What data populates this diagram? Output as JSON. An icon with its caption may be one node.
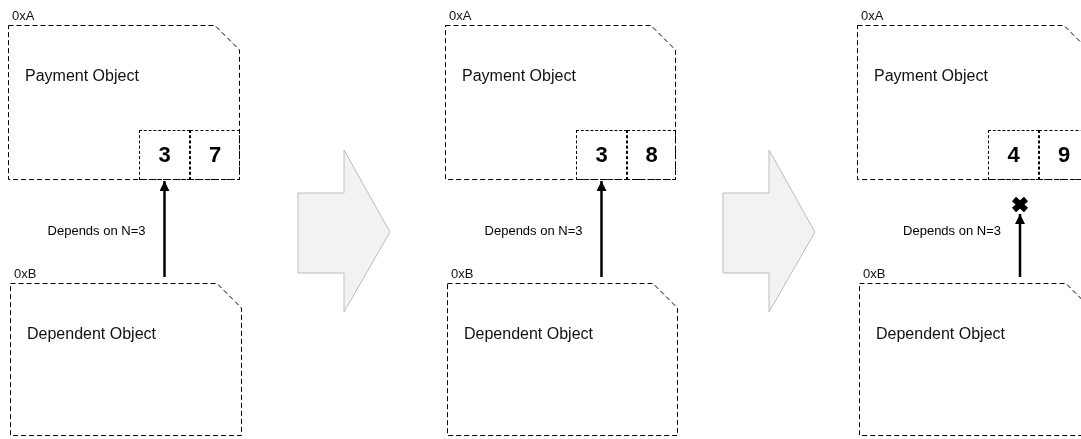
{
  "diagram": {
    "nodes": [
      {
        "text": [
          "Payment Object"
        ],
        "beside": [
          "0xA"
        ]
      },
      {
        "text": [
          "3"
        ],
        "in": 0
      },
      {
        "text": [
          "7"
        ],
        "in": 0
      },
      {
        "text": [
          "Dependent Object"
        ],
        "beside": [
          "0xB"
        ]
      },
      {
        "text": [
          "Payment Object"
        ],
        "beside": [
          "0xA"
        ]
      },
      {
        "text": [
          "3"
        ],
        "in": 4
      },
      {
        "text": [
          "8"
        ],
        "in": 4
      },
      {
        "text": [
          "Dependent Object"
        ],
        "beside": [
          "0xB"
        ]
      },
      {
        "text": [
          "Payment Object"
        ],
        "beside": [
          "0xA"
        ]
      },
      {
        "text": [
          "4"
        ],
        "in": 8
      },
      {
        "text": [
          "9"
        ],
        "in": 8
      },
      {
        "text": [
          "Dependent Object"
        ],
        "beside": [
          "0xB"
        ]
      },
      {
        "text": [],
        "shape": "cross"
      }
    ],
    "edges": [
      {
        "from": 3,
        "to": 1,
        "arrow": "to",
        "label": "Depends on N=3"
      },
      {
        "from": 7,
        "to": 5,
        "arrow": "to",
        "label": "Depends on N=3"
      },
      {
        "from": 11,
        "to": 12,
        "arrow": "to",
        "label": "Depends on N=3"
      }
    ]
  }
}
